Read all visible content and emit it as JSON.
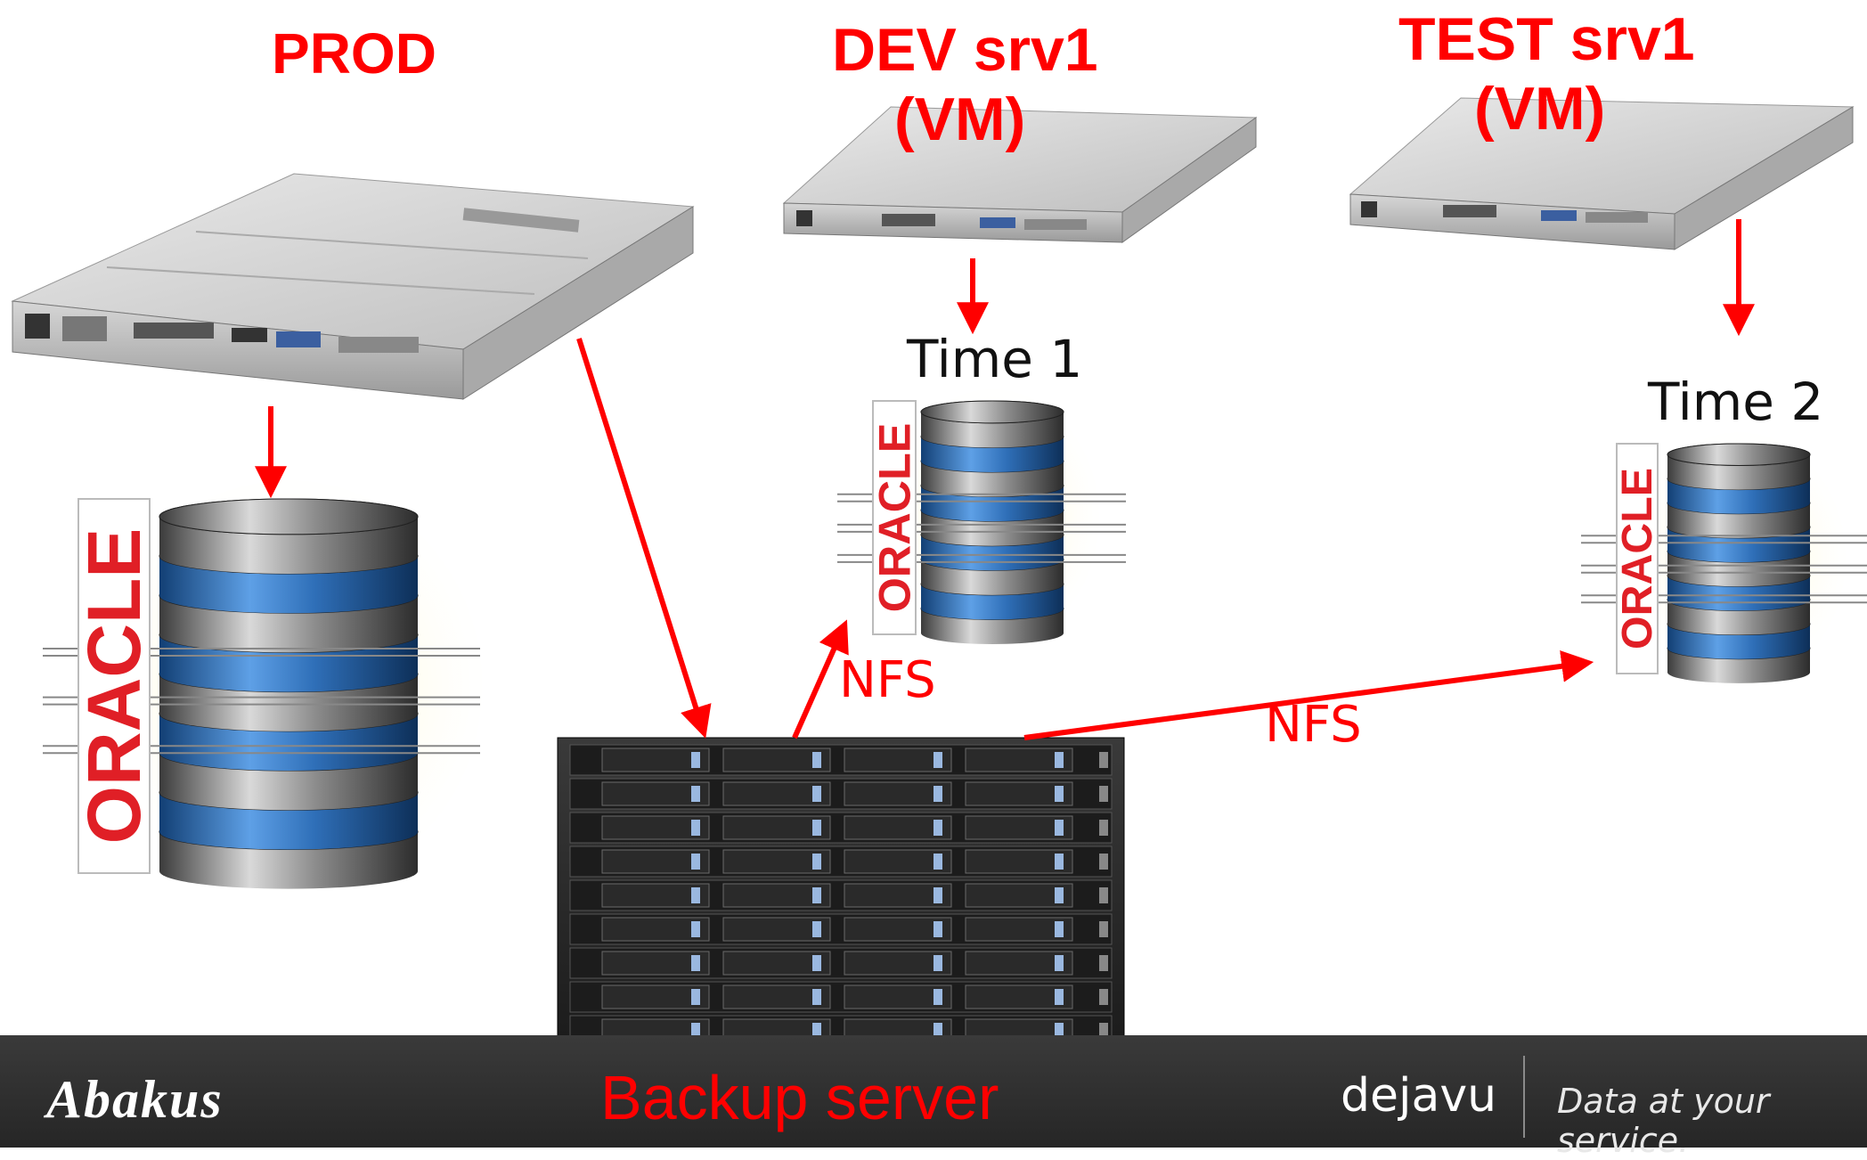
{
  "labels": {
    "prod": "PROD",
    "dev_line1": "DEV srv1",
    "dev_line2": "(VM)",
    "test_line1": "TEST srv1",
    "test_line2": "(VM)",
    "time1": "Time 1",
    "time2": "Time 2",
    "nfs1": "NFS",
    "nfs2": "NFS",
    "backup": "Backup server"
  },
  "db_logo_text": "ORACLE",
  "footer": {
    "left_logo": "Abakus",
    "right_logo": "dejavu",
    "tagline": "Data at your service."
  },
  "colors": {
    "arrow": "#ff0000",
    "title": "#ff0000",
    "footer_bg": "#2e2e2e",
    "db_band_blue": "#2f6fb8",
    "db_band_gray": "#6f6f6f"
  }
}
